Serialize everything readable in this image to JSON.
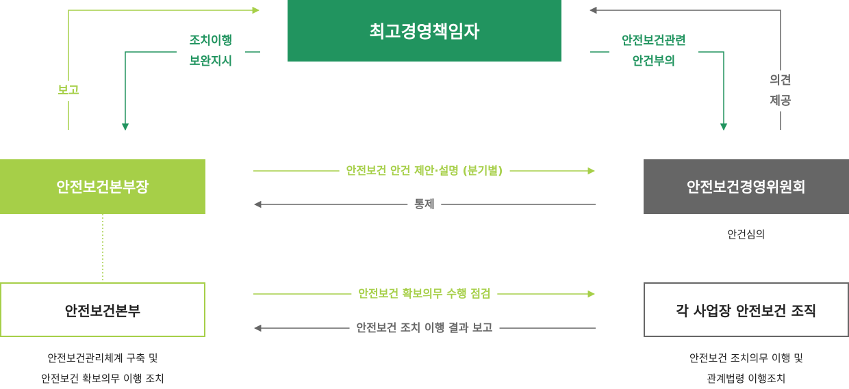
{
  "colors": {
    "dark_green": "#21945f",
    "light_green": "#a6cf48",
    "gray": "#666666",
    "white": "#ffffff",
    "text_dark": "#222222"
  },
  "nodes": {
    "ceo": "최고경영책임자",
    "safety_hq_head": "안전보건본부장",
    "safety_committee": "안전보건경영위원회",
    "safety_hq": "안전보건본부",
    "business_sites": "각 사업장 안전보건 조직"
  },
  "edges": {
    "report": "보고",
    "action_line1": "조치이행",
    "action_line2": "보완지시",
    "agenda_line1": "안전보건관련",
    "agenda_line2": "안건부의",
    "opinion_line1": "의견",
    "opinion_line2": "제공",
    "proposal": "안전보건 안건 제안·설명 (분기별)",
    "control": "통제",
    "inspection": "안전보건 확보의무 수행 점검",
    "result_report": "안전보건 조치 이행 결과 보고"
  },
  "captions": {
    "committee": "안건심의",
    "hq_line1": "안전보건관리체계 구축 및",
    "hq_line2": "안전보건 확보의무 이행 조치",
    "sites_line1": "안전보건 조치의무 이행 및",
    "sites_line2": "관계법령 이행조치"
  }
}
